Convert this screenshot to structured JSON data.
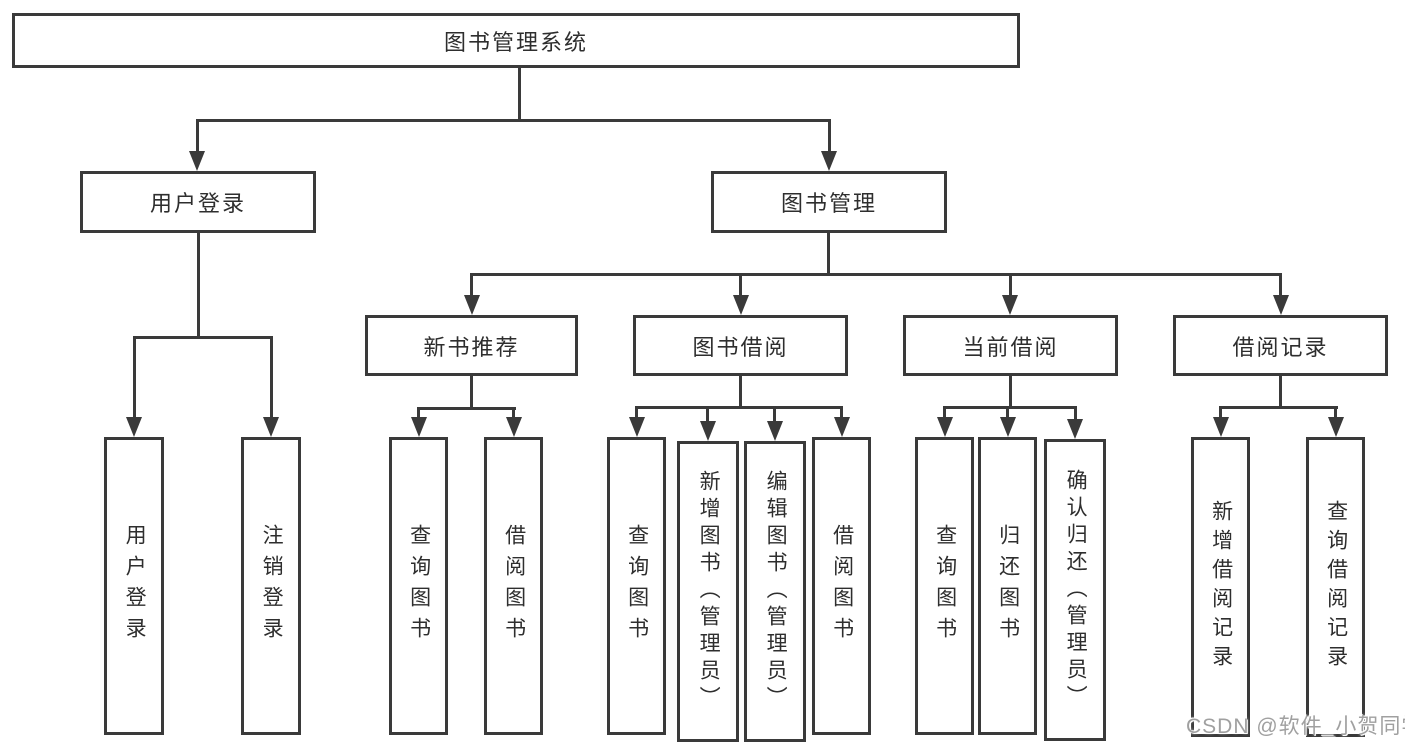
{
  "tree": {
    "root": "图书管理系统",
    "children": [
      {
        "label": "用户登录",
        "children": [
          {
            "label": "用户登录"
          },
          {
            "label": "注销登录"
          }
        ]
      },
      {
        "label": "图书管理",
        "children": [
          {
            "label": "新书推荐",
            "children": [
              {
                "label": "查询图书"
              },
              {
                "label": "借阅图书"
              }
            ]
          },
          {
            "label": "图书借阅",
            "children": [
              {
                "label": "查询图书"
              },
              {
                "label": "新增图书（管理员）"
              },
              {
                "label": "编辑图书（管理员）"
              },
              {
                "label": "借阅图书"
              }
            ]
          },
          {
            "label": "当前借阅",
            "children": [
              {
                "label": "查询图书"
              },
              {
                "label": "归还图书"
              },
              {
                "label": "确认归还（管理员）"
              }
            ]
          },
          {
            "label": "借阅记录",
            "children": [
              {
                "label": "新增借阅记录"
              },
              {
                "label": "查询借阅记录"
              }
            ]
          }
        ]
      }
    ]
  },
  "watermark": "CSDN @软件_小贺同学",
  "colors": {
    "line": "#3a3a3a",
    "background": "#ffffff",
    "watermark": "#a0a0a0"
  }
}
